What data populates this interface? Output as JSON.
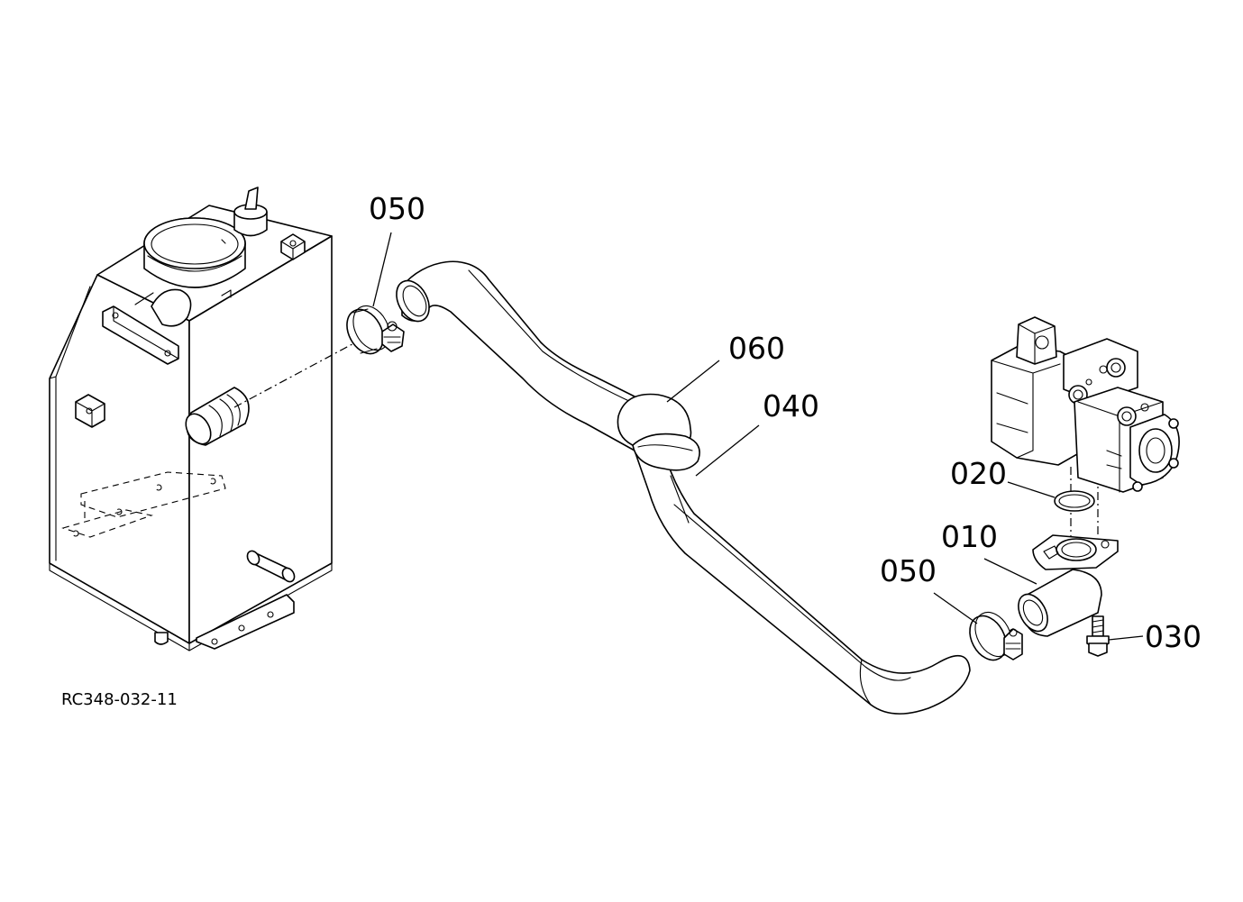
{
  "drawing_id": "RC348-032-11",
  "callouts": {
    "clamp_upper": "050",
    "hose_joint": "060",
    "hose": "040",
    "o_ring": "020",
    "flange": "010",
    "clamp_lower": "050",
    "bolt": "030"
  }
}
